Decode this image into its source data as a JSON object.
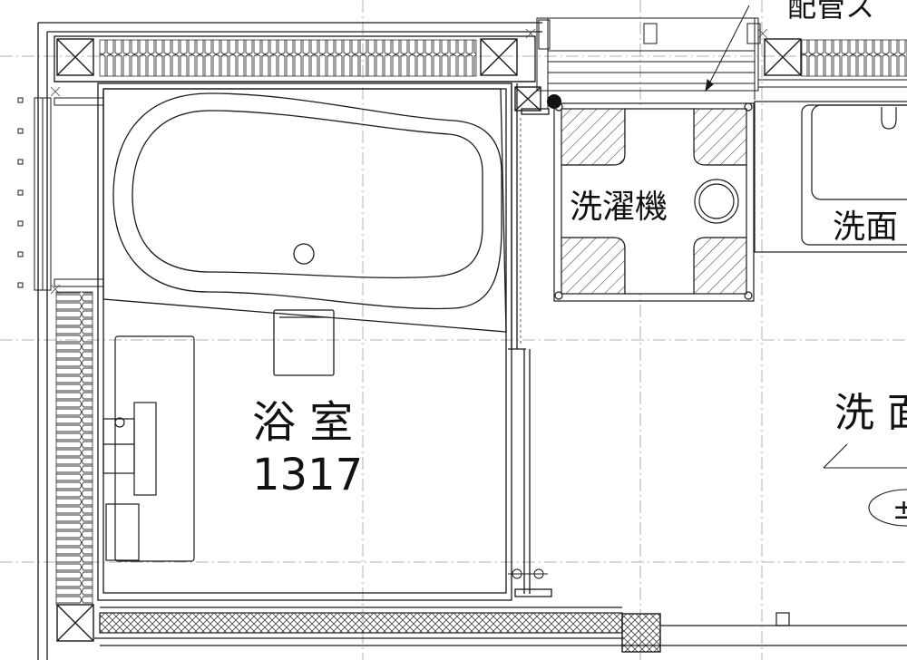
{
  "labels": {
    "pipe_space_partial": "配管ス",
    "washing_machine": "洗濯機",
    "washbasin_partial": "洗面",
    "bathroom": "浴 室",
    "bathroom_code": "1317",
    "washroom_partial": "洗 面",
    "badge_partial": "±"
  },
  "colors": {
    "line": "#1a1a1a",
    "grid": "#999999",
    "background": "#ffffff"
  }
}
